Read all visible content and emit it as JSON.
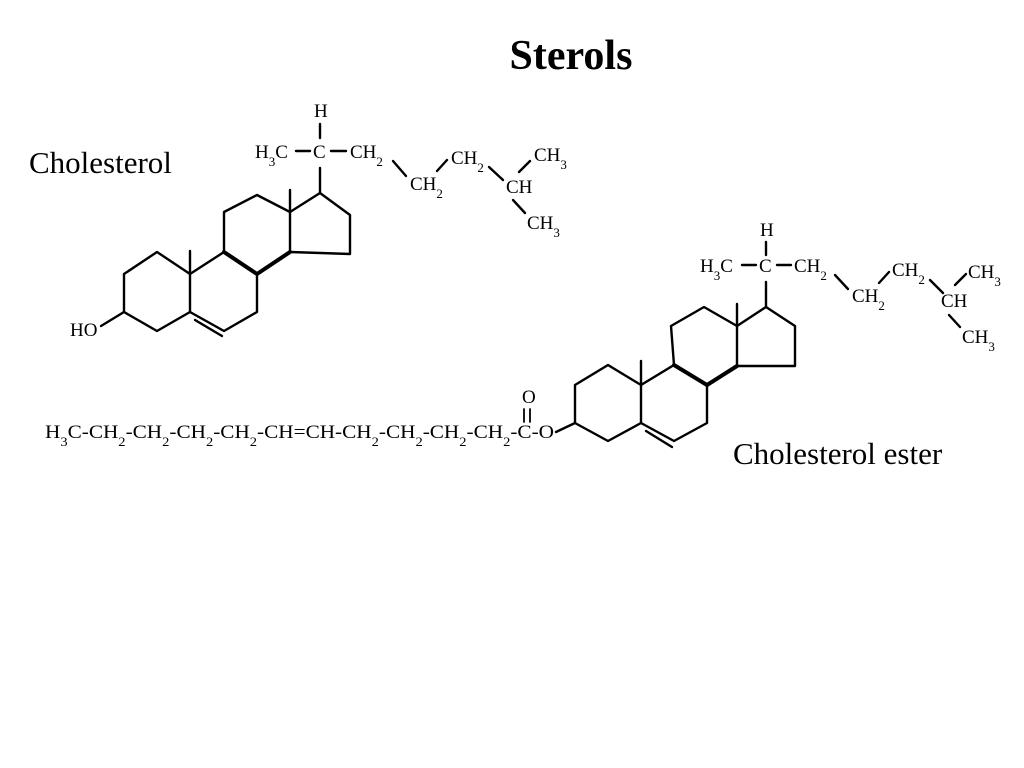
{
  "slide": {
    "title": "Sterols",
    "cholesterol_label": "Cholesterol",
    "ester_label": "Cholesterol ester"
  },
  "molecule_text": {
    "hydroxyl": "HO",
    "side_chain": {
      "h": "H",
      "h3c": "H3C",
      "c": "C",
      "ch2_a": "CH2",
      "ch2_b": "CH2",
      "ch2_c": "CH2",
      "ch": "CH",
      "ch3_a": "CH3",
      "ch3_b": "CH3"
    },
    "carbonyl_o": "O",
    "fatty_acid_chain": [
      "H3C",
      "-CH2",
      "-CH2",
      "-CH2",
      "-CH2",
      "-CH=CH",
      "-CH2",
      "-CH2",
      "-CH2",
      "-CH2",
      "-C",
      "-O"
    ]
  }
}
